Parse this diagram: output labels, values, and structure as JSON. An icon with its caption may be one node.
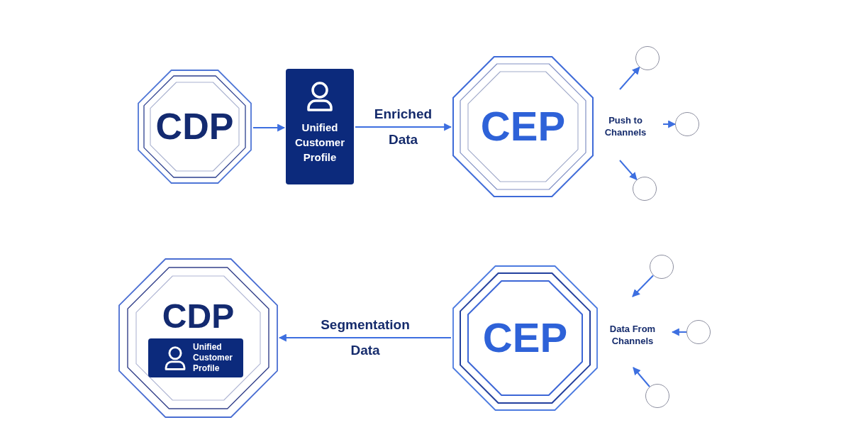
{
  "diagram": {
    "nodes": [
      {
        "text": [
          "CDP"
        ]
      },
      {
        "text": [
          "Unified Customer Profile"
        ]
      },
      {
        "text": [
          "CEP"
        ]
      },
      {
        "text": [],
        "shape": "circle"
      },
      {
        "text": [],
        "shape": "circle"
      },
      {
        "text": [],
        "shape": "circle"
      },
      {
        "text": [
          "CDP"
        ]
      },
      {
        "text": [
          "Unified Customer Profile"
        ],
        "in": 6
      },
      {
        "text": [
          "CEP"
        ]
      },
      {
        "text": [],
        "shape": "circle"
      },
      {
        "text": [],
        "shape": "circle"
      },
      {
        "text": [],
        "shape": "circle"
      }
    ],
    "edges": [
      {
        "from": 0,
        "to": 1,
        "arrow": "to"
      },
      {
        "from": 1,
        "to": 2,
        "arrow": "to",
        "label": "Enriched Data"
      },
      {
        "from": null,
        "to": 3,
        "arrow": "to"
      },
      {
        "from": null,
        "to": 4,
        "arrow": "to"
      },
      {
        "from": null,
        "to": 5,
        "arrow": "to"
      },
      {
        "from": 8,
        "to": 6,
        "arrow": "to",
        "label": "Segmentation Data"
      },
      {
        "from": 9,
        "to": null,
        "arrow": "to"
      },
      {
        "from": 10,
        "to": null,
        "arrow": "to"
      },
      {
        "from": 11,
        "to": null,
        "arrow": "to"
      }
    ],
    "labels": [
      "Push to Channels",
      "Data From Channels"
    ]
  }
}
